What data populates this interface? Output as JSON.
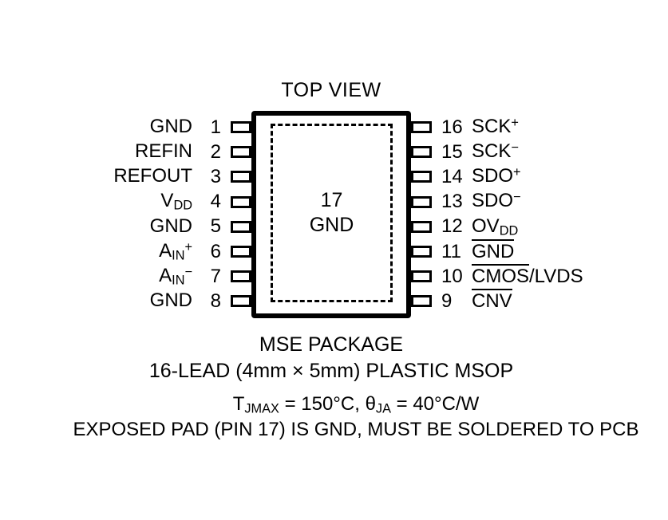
{
  "title": "TOP VIEW",
  "chip": {
    "pad_number": "17",
    "pad_label": "GND"
  },
  "pins_left": [
    {
      "number": "1",
      "label": {
        "base": "GND",
        "sub": "",
        "sup": "",
        "over": "",
        "post": ""
      }
    },
    {
      "number": "2",
      "label": {
        "base": "REFIN",
        "sub": "",
        "sup": "",
        "over": "",
        "post": ""
      }
    },
    {
      "number": "3",
      "label": {
        "base": "REFOUT",
        "sub": "",
        "sup": "",
        "over": "",
        "post": ""
      }
    },
    {
      "number": "4",
      "label": {
        "base": "V",
        "sub": "DD",
        "sup": "",
        "over": "",
        "post": ""
      }
    },
    {
      "number": "5",
      "label": {
        "base": "GND",
        "sub": "",
        "sup": "",
        "over": "",
        "post": ""
      }
    },
    {
      "number": "6",
      "label": {
        "base": "A",
        "sub": "IN",
        "sup": "+",
        "over": "",
        "post": ""
      }
    },
    {
      "number": "7",
      "label": {
        "base": "A",
        "sub": "IN",
        "sup": "−",
        "over": "",
        "post": ""
      }
    },
    {
      "number": "8",
      "label": {
        "base": "GND",
        "sub": "",
        "sup": "",
        "over": "",
        "post": ""
      }
    }
  ],
  "pins_right": [
    {
      "number": "16",
      "label": {
        "base": "SCK",
        "sub": "",
        "sup": "+",
        "over": "",
        "post": ""
      }
    },
    {
      "number": "15",
      "label": {
        "base": "SCK",
        "sub": "",
        "sup": "−",
        "over": "",
        "post": ""
      }
    },
    {
      "number": "14",
      "label": {
        "base": "SDO",
        "sub": "",
        "sup": "+",
        "over": "",
        "post": ""
      }
    },
    {
      "number": "13",
      "label": {
        "base": "SDO",
        "sub": "",
        "sup": "−",
        "over": "",
        "post": ""
      }
    },
    {
      "number": "12",
      "label": {
        "base": "OV",
        "sub": "DD",
        "sup": "",
        "over": "",
        "post": ""
      }
    },
    {
      "number": "11",
      "label": {
        "base": "",
        "sub": "",
        "sup": "",
        "over": "GND",
        "post": ""
      }
    },
    {
      "number": "10",
      "label": {
        "base": "",
        "sub": "",
        "sup": "",
        "over": "CMOS",
        "post": "/LVDS"
      }
    },
    {
      "number": "9",
      "label": {
        "base": "",
        "sub": "",
        "sup": "",
        "over": "CNV",
        "post": ""
      }
    }
  ],
  "captions": {
    "package": "MSE PACKAGE",
    "lead": "16-LEAD (4mm × 5mm) PLASTIC MSOP"
  },
  "notes": {
    "thermal": {
      "t1": "T",
      "s1": "JMAX",
      "t2": " = 150°C, θ",
      "s2": "JA",
      "t3": " = 40°C/W"
    },
    "exposed": "EXPOSED PAD (PIN 17) IS GND, MUST BE SOLDERED TO PCB"
  }
}
